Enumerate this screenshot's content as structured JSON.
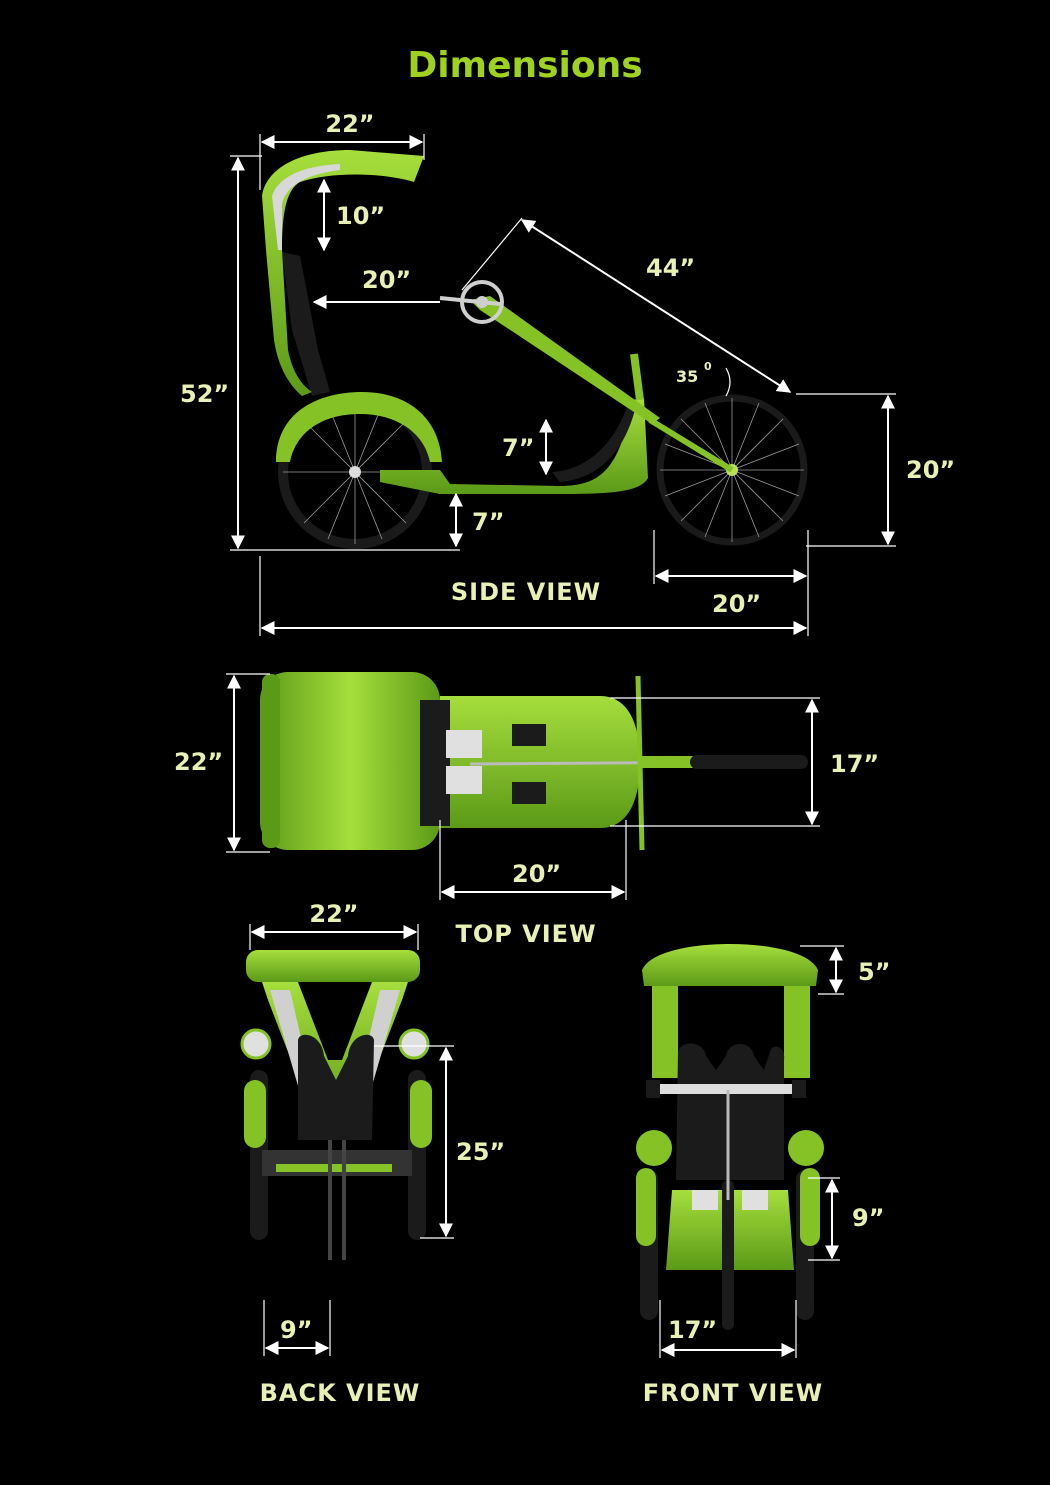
{
  "title": "Dimensions",
  "colors": {
    "accent": "#9fd11f",
    "label": "#e8f0b4",
    "line": "#ffffff",
    "body": "#84c226"
  },
  "views": {
    "side": {
      "label": "SIDE VIEW",
      "dims": {
        "canopy_width": "22”",
        "canopy_drop": "10”",
        "seat_to_crank": "20”",
        "boom_length": "44”",
        "boom_angle": "35",
        "boom_angle_unit": "0",
        "overall_height": "52”",
        "footrest_height": "7”",
        "ground_clearance": "7”",
        "front_wheel_height": "20”",
        "front_wheel_width": "20”"
      }
    },
    "top": {
      "label": "TOP VIEW",
      "dims": {
        "canopy_width": "22”",
        "front_width": "17”",
        "footwell_length": "20”"
      }
    },
    "back": {
      "label": "BACK VIEW",
      "dims": {
        "canopy_width": "22”",
        "seat_height": "25”",
        "axle_width": "9”"
      }
    },
    "front": {
      "label": "FRONT VIEW",
      "dims": {
        "canopy_depth": "5”",
        "hub_height": "9”",
        "track_width": "17”"
      }
    }
  }
}
